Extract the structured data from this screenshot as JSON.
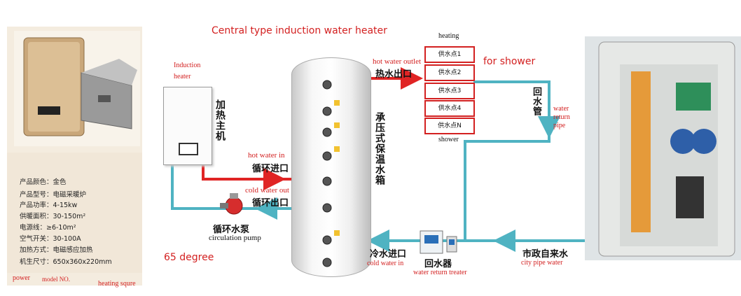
{
  "title": "Central type induction water heater",
  "left_panel": {
    "specs": [
      "产品颜色：金色",
      "产品型号：电磁采暖炉",
      "产品功率：4-15kw",
      "供暖面积：30-150m²",
      "电源线：≥6-10m²",
      "空气开关：30-100A",
      "加热方式：电磁感应加热",
      "机生尺寸：650x360x220mm"
    ],
    "bottom_labels": [
      "power",
      "model NO.",
      "heating squre"
    ]
  },
  "heater": {
    "en_line1": "Induction",
    "en_line2": "heater",
    "cn": "加热主机"
  },
  "tank": {
    "cn": "承压式保温水箱"
  },
  "hot_water_in": {
    "en": "hot water in",
    "cn": "循环进口"
  },
  "cold_water_out": {
    "en": "cold water out",
    "cn": "循环出口"
  },
  "pump": {
    "cn": "循环水泵",
    "en": "circulation pump"
  },
  "temperature": "65 degree",
  "hot_water_outlet": {
    "en": "hot water outlet",
    "cn": "热水出口"
  },
  "heating_label": "heating",
  "points": [
    "供水点1",
    "供水点2",
    "供水点3",
    "供水点4",
    "供水点N"
  ],
  "for_shower": "for shower",
  "shower_label": "shower",
  "return_pipe": {
    "cn": "回水管",
    "en_line1": "water",
    "en_line2": "return",
    "en_line3": "pipe"
  },
  "cold_water_in": {
    "cn": "冷水进口",
    "en": "cold water in"
  },
  "return_treater": {
    "cn": "回水器",
    "en": "water return treater"
  },
  "city_water": {
    "cn": "市政自来水",
    "en": "city pipe water"
  },
  "colors": {
    "hot_pipe": "#e02424",
    "cold_pipe": "#4fb3c2",
    "text_red": "#d32020"
  }
}
